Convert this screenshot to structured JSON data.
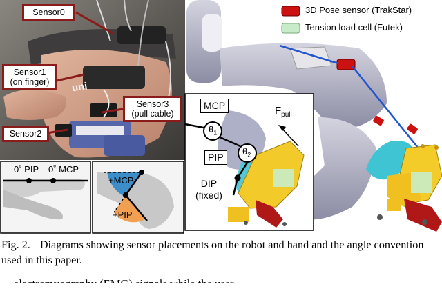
{
  "photo_labels": {
    "sensor0": "Sensor0",
    "sensor1": "Sensor1\n(on finger)",
    "sensor2": "Sensor2",
    "sensor3": "Sensor3\n(pull cable)"
  },
  "legend": {
    "pose_sensor": "3D Pose sensor (TrakStar)",
    "load_cell": "Tension load cell (Futek)",
    "pose_color": "#cc1111",
    "load_color": "#c8ecc8"
  },
  "angle_panel": {
    "pip_zero": "0˚ PIP",
    "mcp_zero": "0˚ MCP",
    "plus_mcp": "+MCP",
    "plus_pip": "+PIP"
  },
  "robot_inset": {
    "mcp": "MCP",
    "pip": "PIP",
    "dip": "DIP\n(fixed)",
    "theta1": "θ",
    "theta1_sub": "1",
    "theta2": "θ",
    "theta2_sub": "2",
    "f_pull": "F",
    "f_pull_sub": "pull"
  },
  "watermark": "uni",
  "caption": {
    "label": "Fig. 2.",
    "text": "Diagrams showing sensor placements on the robot and hand and the angle convention used in this paper."
  },
  "body_text": "electromyography (EMG) signals while the user"
}
